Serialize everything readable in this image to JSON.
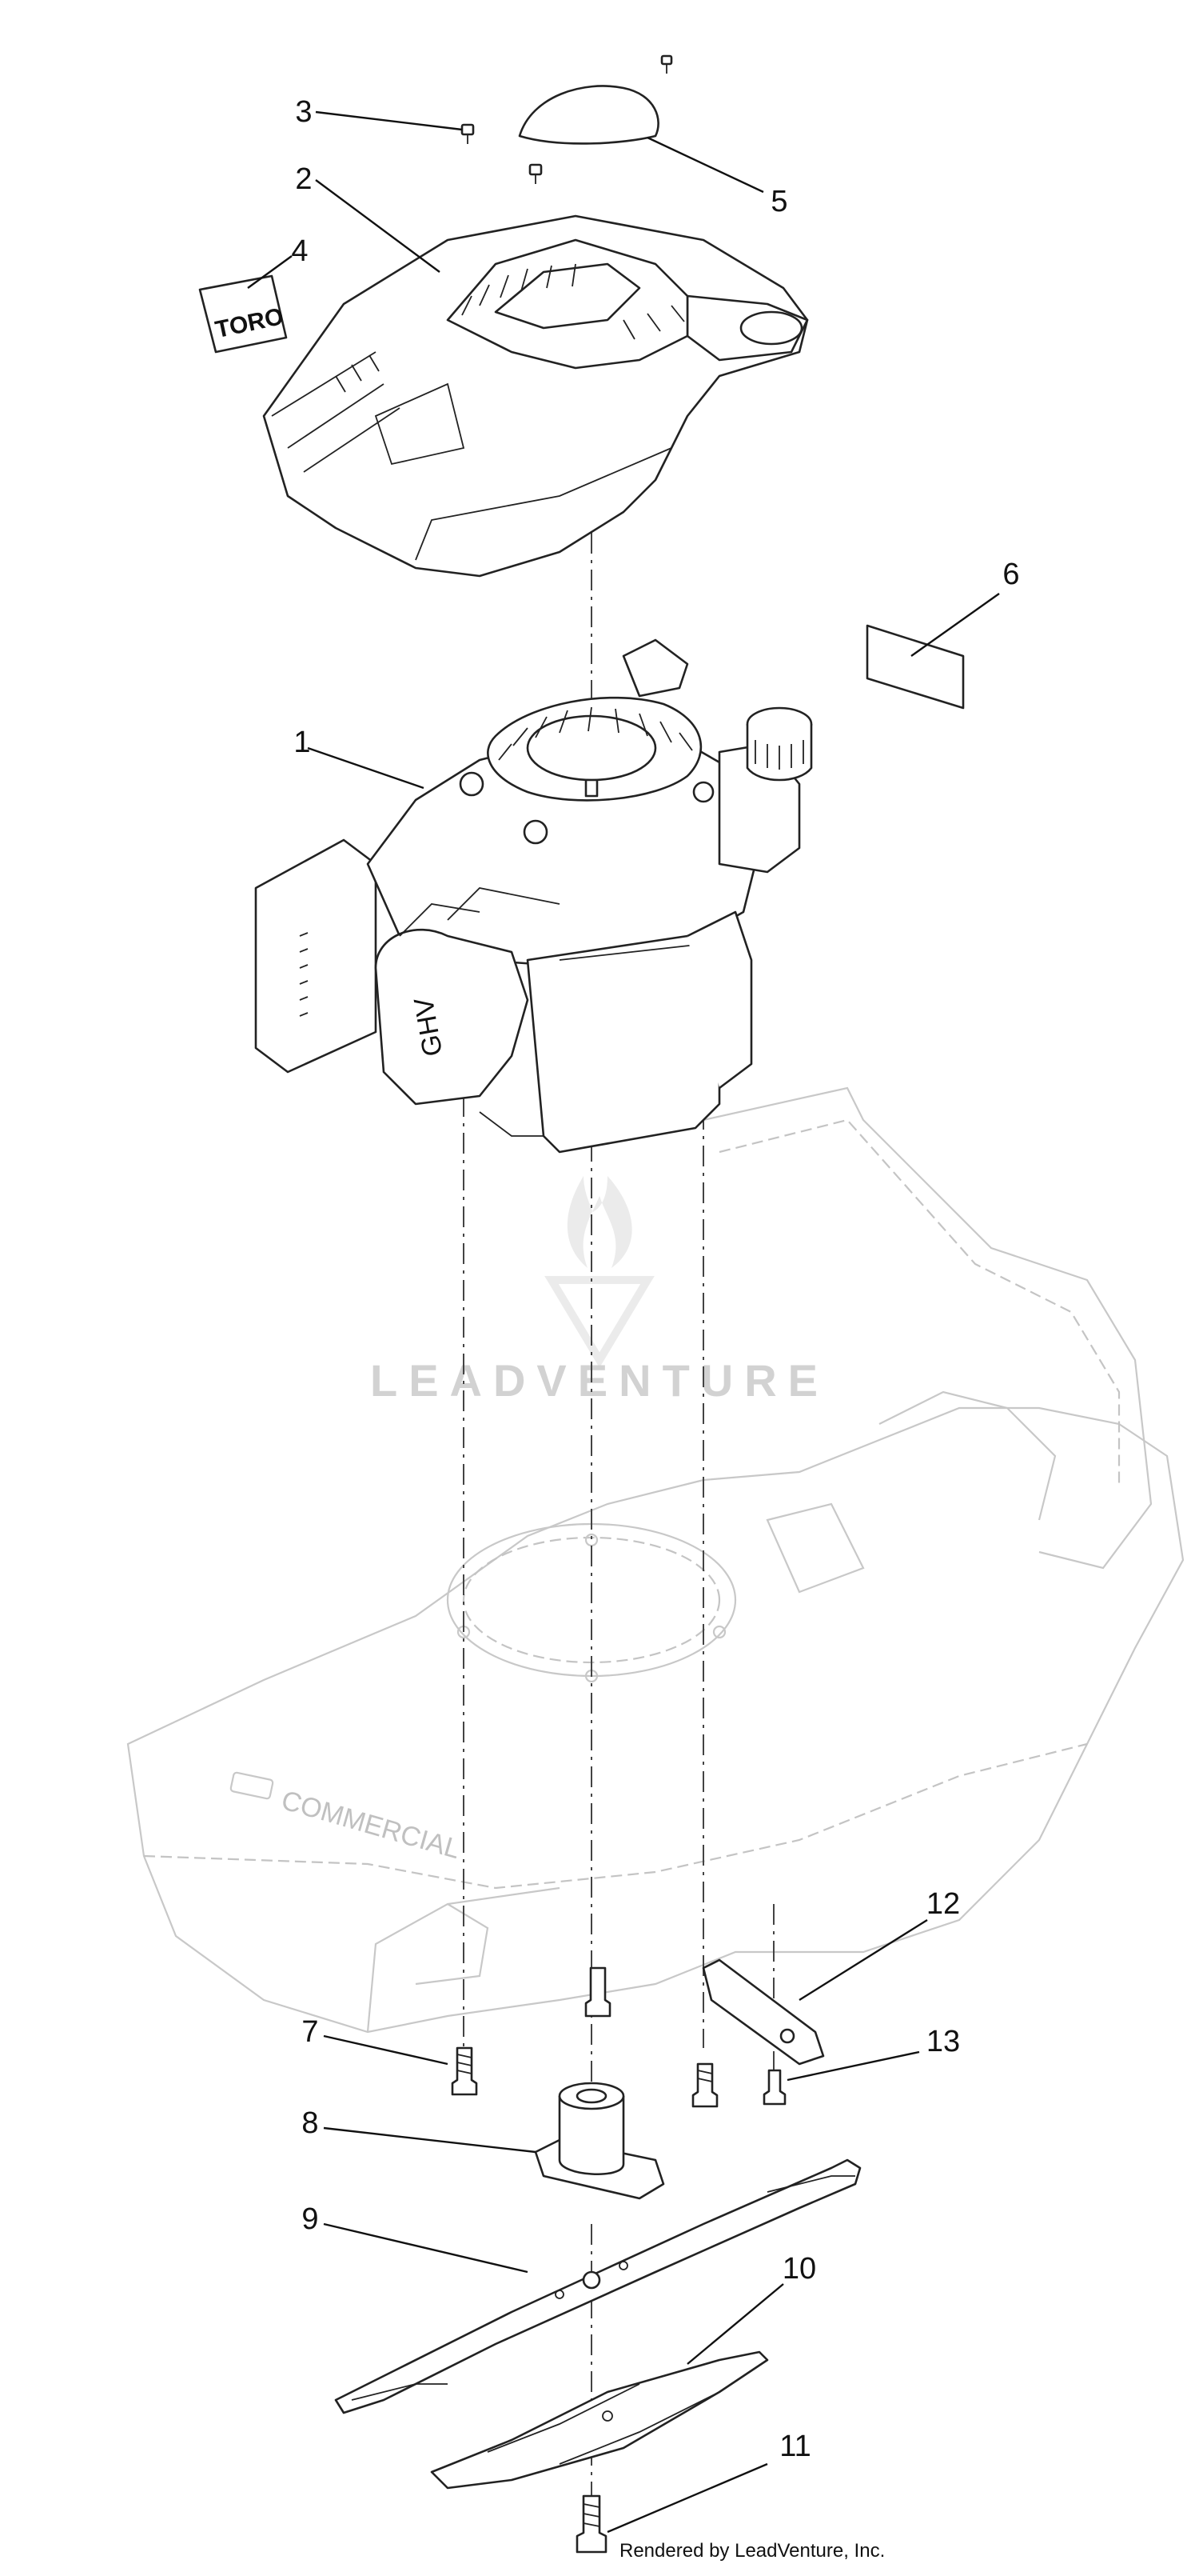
{
  "callouts": [
    {
      "id": "1",
      "label": "1"
    },
    {
      "id": "2",
      "label": "2"
    },
    {
      "id": "3",
      "label": "3"
    },
    {
      "id": "4",
      "label": "4"
    },
    {
      "id": "5",
      "label": "5"
    },
    {
      "id": "6",
      "label": "6"
    },
    {
      "id": "7",
      "label": "7"
    },
    {
      "id": "8",
      "label": "8"
    },
    {
      "id": "9",
      "label": "9"
    },
    {
      "id": "10",
      "label": "10"
    },
    {
      "id": "11",
      "label": "11"
    },
    {
      "id": "12",
      "label": "12"
    },
    {
      "id": "13",
      "label": "13"
    }
  ],
  "decal": {
    "brand_text": "TORO"
  },
  "engine": {
    "model_mark": "GHV"
  },
  "deck": {
    "brand_text": "COMMERCIAL"
  },
  "watermark": {
    "text": "LEADVENTURE"
  },
  "footer": {
    "credit": "Rendered by LeadVenture, Inc."
  },
  "colors": {
    "line": "#222222",
    "ghost": "#c4c4c4",
    "watermark": "#d2d2d2"
  }
}
